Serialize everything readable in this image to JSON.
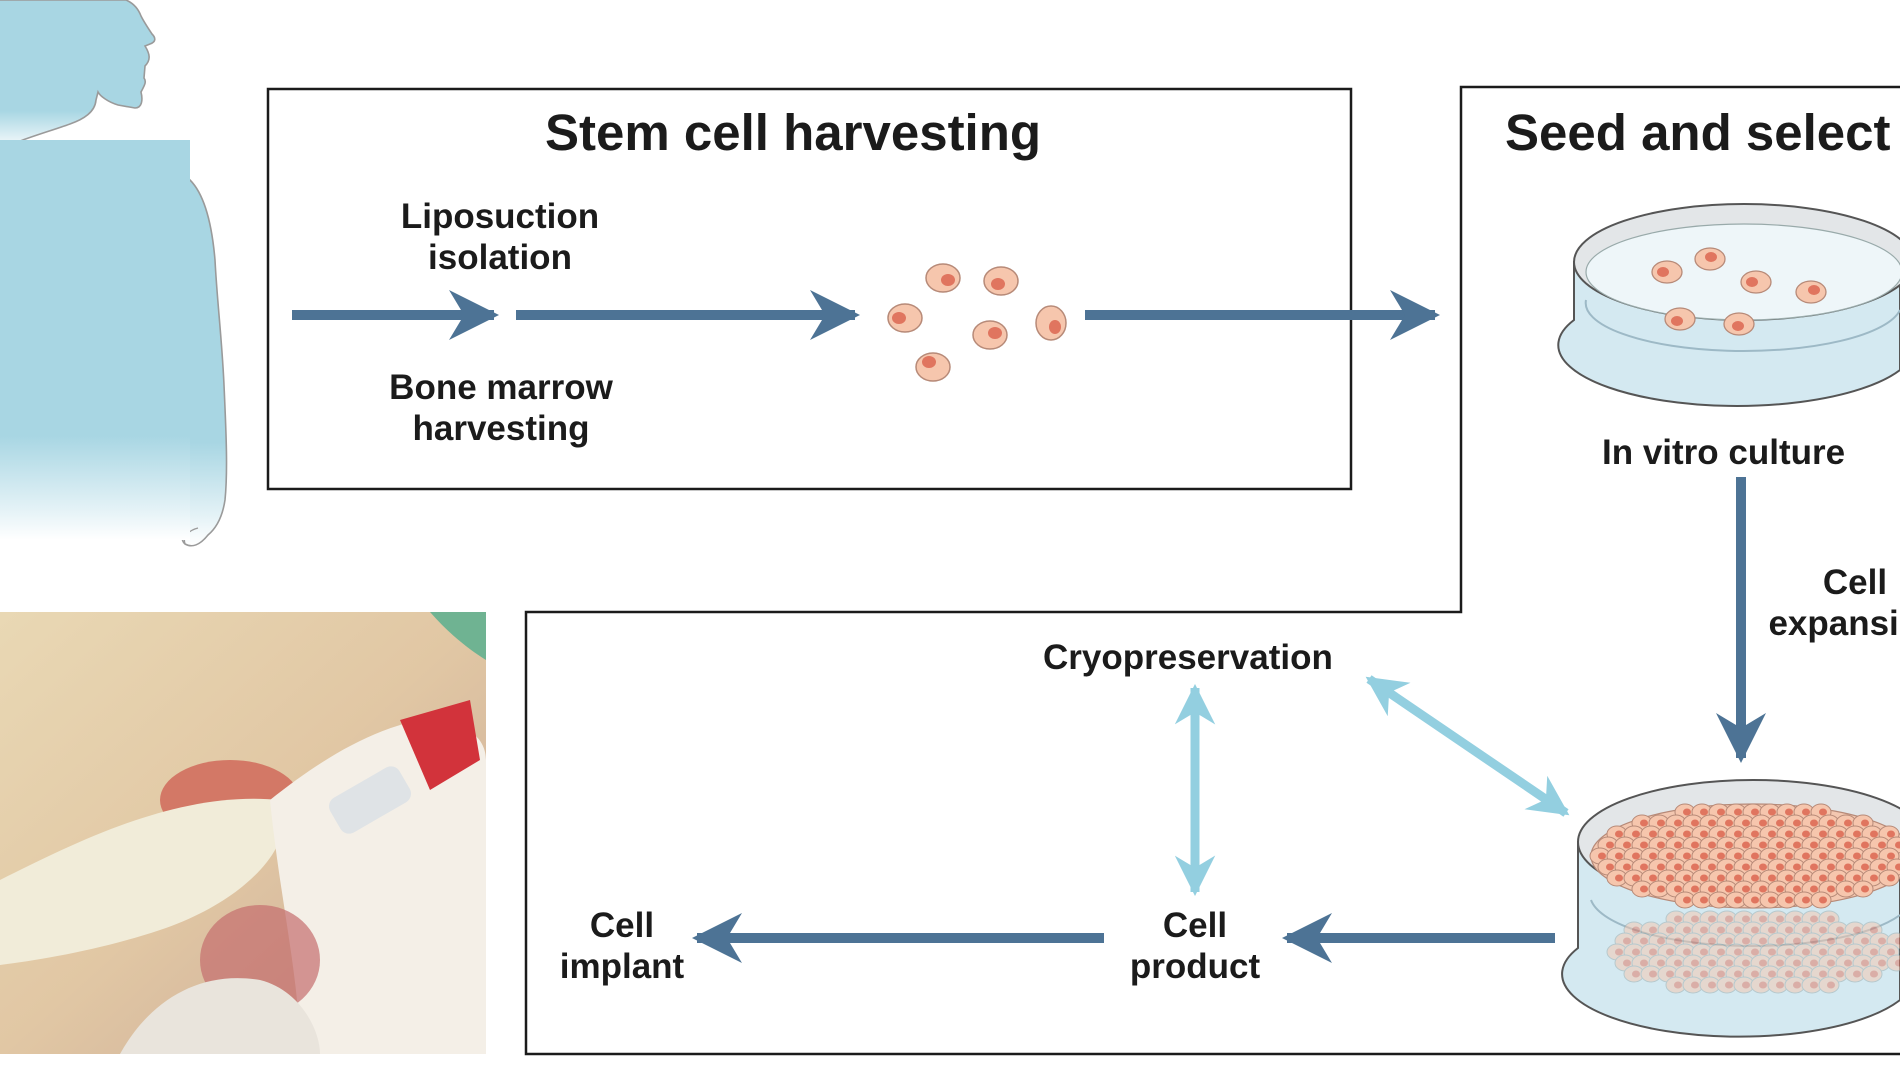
{
  "harvest": {
    "title": "Stem cell harvesting",
    "liposuction": [
      "Liposuction",
      "isolation"
    ],
    "bone_marrow": [
      "Bone marrow",
      "harvesting"
    ]
  },
  "culture": {
    "title": "Seed and select",
    "in_vitro": "In vitro culture",
    "expansion": [
      "Cell",
      "expansion"
    ]
  },
  "processing": {
    "cryo": "Cryopreservation",
    "product": [
      "Cell",
      "product"
    ],
    "implant": [
      "Cell",
      "implant"
    ]
  },
  "colors": {
    "dark_arrow": "#4d7395",
    "light_arrow": "#93cfe0",
    "body": "#a8d6e3",
    "cell_fill": "#f6c6ad",
    "cell_nucleus": "#e0755f",
    "dish_liquid": "#d4e9f1",
    "dish_rim": "#e3e6e8"
  }
}
